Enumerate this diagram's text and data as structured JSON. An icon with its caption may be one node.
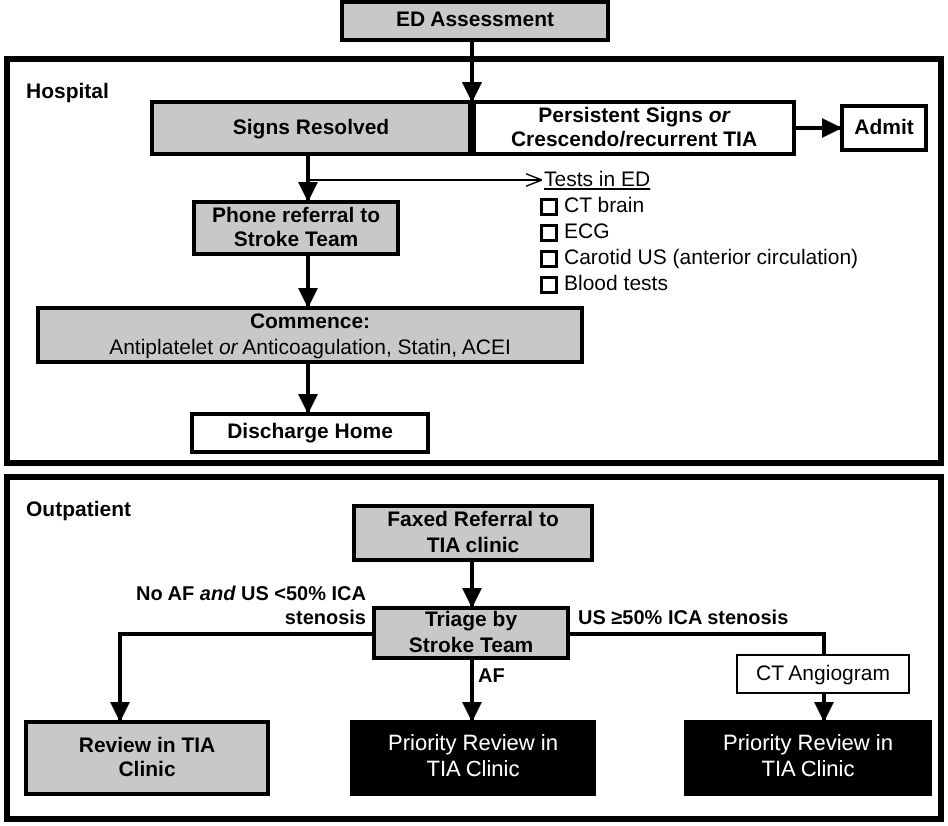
{
  "diagram": {
    "nodes": [
      {
        "text": [
          "ED Assessment"
        ]
      },
      {
        "text": [
          "Hospital"
        ]
      },
      {
        "text": [
          "Signs Resolved"
        ],
        "in": 1
      },
      {
        "text": [
          "Persistent Signs *or* Crescendo/recurrent TIA"
        ],
        "in": 1
      },
      {
        "text": [
          "Admit"
        ],
        "in": 1
      },
      {
        "text": [
          "Phone referral to Stroke Team"
        ],
        "in": 1
      },
      {
        "text": [
          "Tests in ED",
          "CT brain",
          "ECG",
          "Carotid US (anterior circulation)",
          "Blood tests"
        ],
        "in": 1
      },
      {
        "text": [
          "Commence:",
          "Antiplatelet *or* Anticoagulation, Statin, ACEI"
        ],
        "in": 1
      },
      {
        "text": [
          "Discharge Home"
        ],
        "in": 1
      },
      {
        "text": [
          "Outpatient"
        ]
      },
      {
        "text": [
          "Faxed Referral to TIA clinic"
        ],
        "in": 9
      },
      {
        "text": [
          "Triage by Stroke Team"
        ],
        "in": 9
      },
      {
        "text": [
          "Review in TIA Clinic"
        ],
        "in": 9
      },
      {
        "text": [
          "Priority Review in TIA Clinic"
        ],
        "in": 9
      },
      {
        "text": [
          "CT Angiogram"
        ],
        "in": 9
      },
      {
        "text": [
          "Priority Review in TIA Clinic"
        ],
        "in": 9
      }
    ],
    "edges": [
      {
        "from": 0,
        "to": 2,
        "arrow": "to"
      },
      {
        "from": 0,
        "to": 3,
        "arrow": "to"
      },
      {
        "from": 3,
        "to": 4,
        "arrow": "to"
      },
      {
        "from": 2,
        "to": 5,
        "arrow": "to"
      },
      {
        "from": 2,
        "to": 6,
        "arrow": "to"
      },
      {
        "from": 5,
        "to": 7,
        "arrow": "to"
      },
      {
        "from": 7,
        "to": 8,
        "arrow": "to"
      },
      {
        "from": 10,
        "to": 11,
        "arrow": "to"
      },
      {
        "from": 11,
        "to": 12,
        "arrow": "to",
        "label": "No AF *and* US <50% ICA stenosis"
      },
      {
        "from": 11,
        "to": 13,
        "arrow": "to",
        "label": "AF"
      },
      {
        "from": 11,
        "to": 14,
        "arrow": "none",
        "label": "US ≥50% ICA stenosis"
      },
      {
        "from": 14,
        "to": 15,
        "arrow": "to"
      }
    ]
  }
}
